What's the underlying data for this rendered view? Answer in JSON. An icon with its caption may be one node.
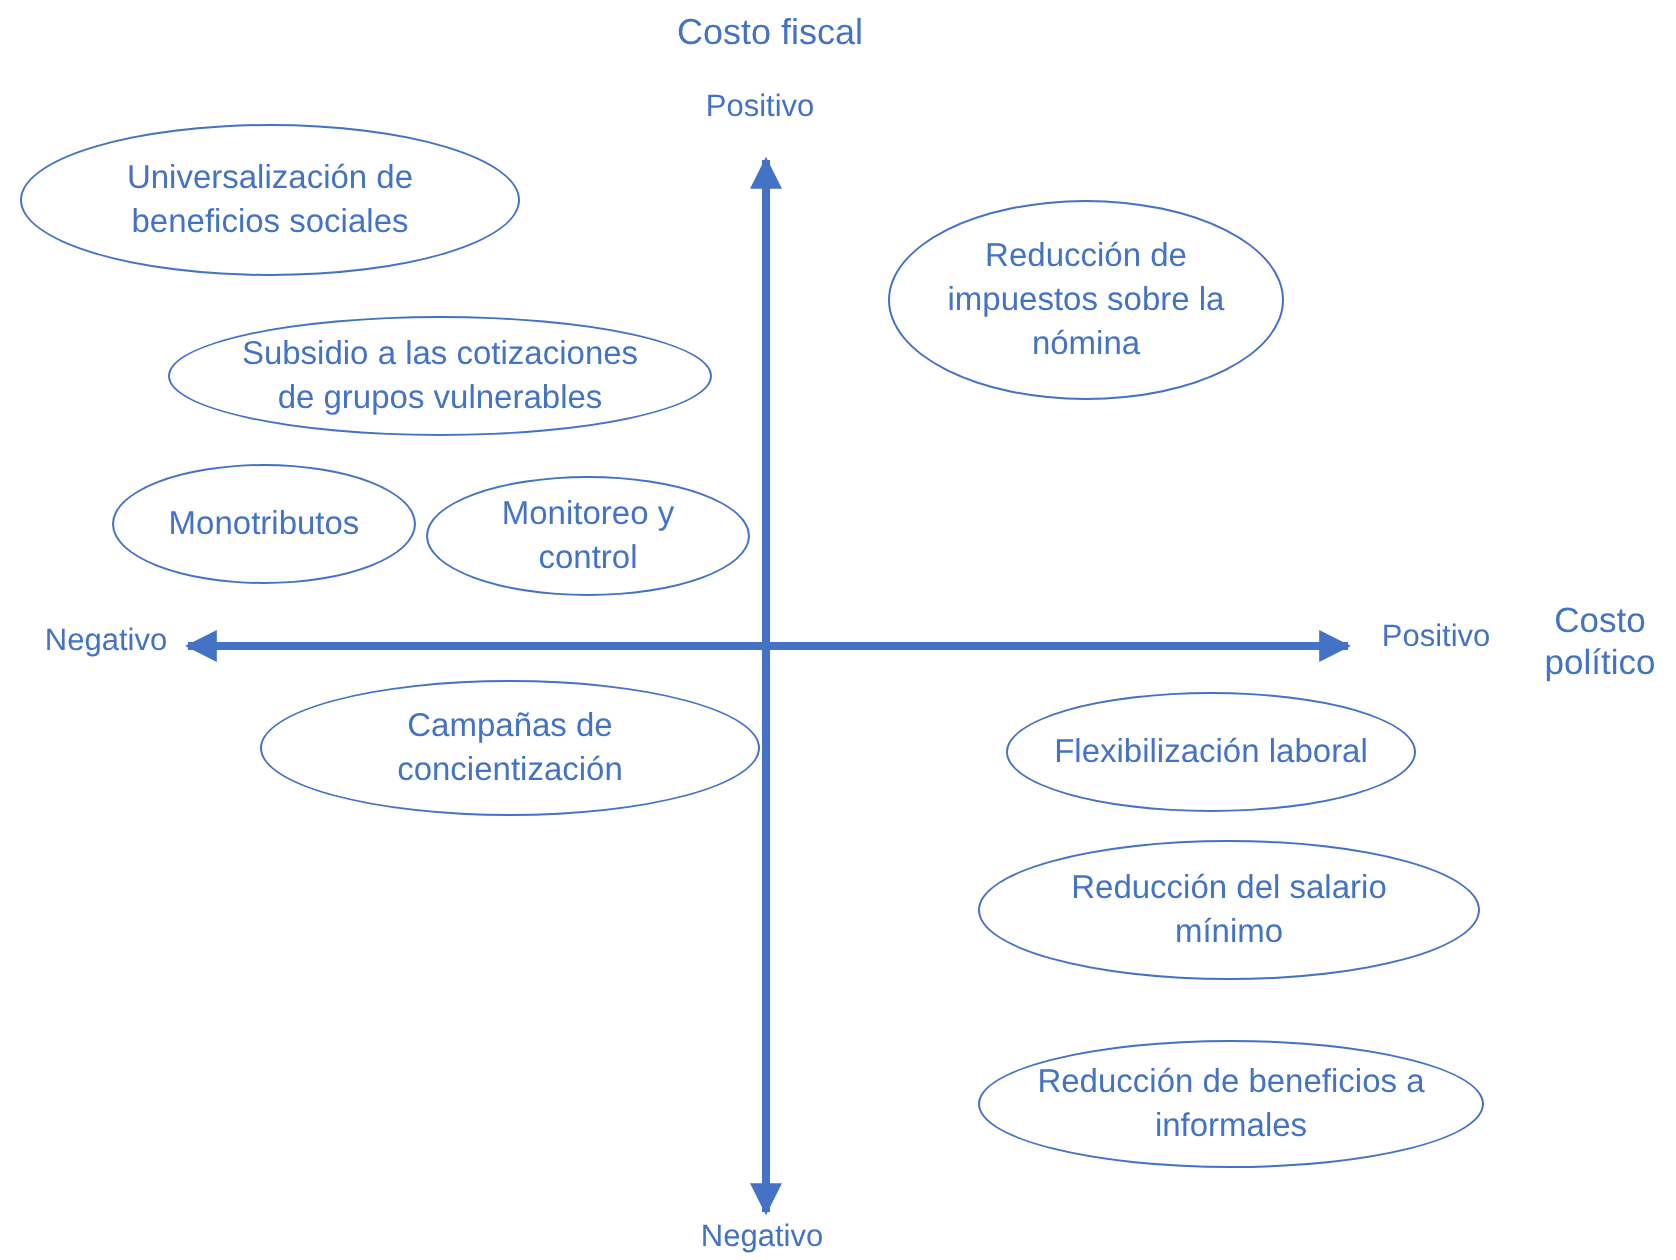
{
  "diagram": {
    "nodes": [
      {
        "text": [
          "Universalización de beneficios sociales"
        ]
      },
      {
        "text": [
          "Reducción de impuestos sobre la nómina"
        ]
      },
      {
        "text": [
          "Subsidio a las cotizaciones de grupos vulnerables"
        ]
      },
      {
        "text": [
          "Monotributos"
        ]
      },
      {
        "text": [
          "Monitoreo y control"
        ]
      },
      {
        "text": [
          "Campañas de concientización"
        ]
      },
      {
        "text": [
          "Flexibilización laboral"
        ]
      },
      {
        "text": [
          "Reducción del salario mínimo"
        ]
      },
      {
        "text": [
          "Reducción de beneficios a informales"
        ]
      }
    ],
    "labels": [
      "Costo fiscal",
      "Positivo",
      "Negativo",
      "Positivo",
      "Costo político",
      "Negativo"
    ]
  }
}
